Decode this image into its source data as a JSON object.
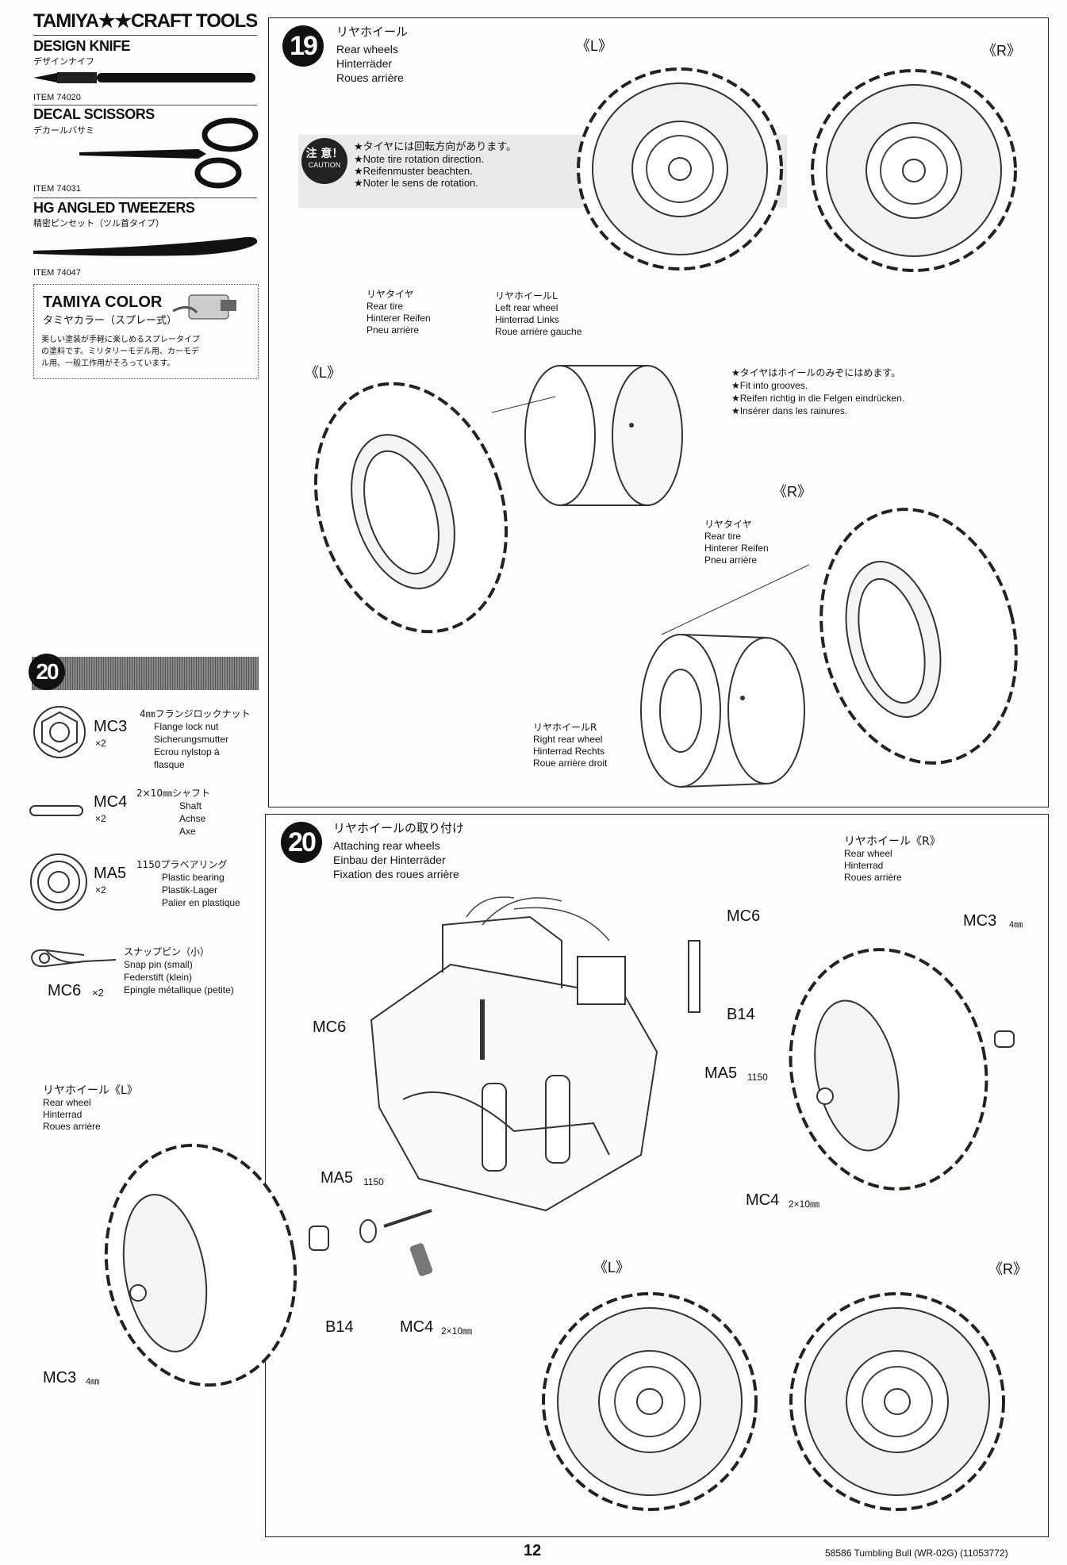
{
  "sidebar": {
    "brand": "TAMIYA★★CRAFT TOOLS",
    "tools": [
      {
        "title": "DESIGN KNIFE",
        "jp": "デザインナイフ",
        "item": "ITEM 74020"
      },
      {
        "title": "DECAL SCISSORS",
        "jp": "デカールバサミ",
        "item": "ITEM 74031"
      },
      {
        "title": "HG ANGLED TWEEZERS",
        "jp": "精密ピンセット（ツル首タイプ）",
        "item": "ITEM 74047"
      }
    ],
    "color_box": {
      "title": "TAMIYA COLOR",
      "subtitle": "タミヤカラー（スプレー式）",
      "lines": [
        "美しい塗装が手軽に楽しめるスプレータイプ",
        "の塗料です。ミリタリーモデル用、カーモデ",
        "ル用、一般工作用がそろっています。"
      ]
    },
    "parts_step": "20",
    "parts": [
      {
        "code": "MC3",
        "qty": "×2",
        "jp": "4㎜フランジロックナット",
        "en": "Flange lock nut",
        "de": "Sicherungsmutter",
        "fr1": "Ecrou nylstop à",
        "fr2": "flasque"
      },
      {
        "code": "MC4",
        "qty": "×2",
        "jp": "2×10㎜シャフト",
        "en": "Shaft",
        "de": "Achse",
        "fr1": "Axe",
        "fr2": ""
      },
      {
        "code": "MA5",
        "qty": "×2",
        "jp": "1150プラベアリング",
        "en": "Plastic bearing",
        "de": "Plastik-Lager",
        "fr1": "Palier en plastique",
        "fr2": ""
      },
      {
        "code": "MC6",
        "qty": "×2",
        "jp": "スナップピン（小）",
        "en": "Snap pin (small)",
        "de": "Federstift (klein)",
        "fr1": "Epingle métallique (petite)",
        "fr2": ""
      }
    ]
  },
  "step19": {
    "num": "19",
    "jp": "リヤホイール",
    "en": "Rear wheels",
    "de": "Hinterräder",
    "fr": "Roues arrière",
    "label_L": "《L》",
    "label_R": "《R》",
    "caution": {
      "badge_jp": "注 意！",
      "badge_en": "CAUTION",
      "lines": [
        "★タイヤには回転方向があります。",
        "★Note tire rotation direction.",
        "★Reifenmuster beachten.",
        "★Noter le sens de rotation."
      ]
    },
    "rear_tire": {
      "jp": "リヤタイヤ",
      "en": "Rear tire",
      "de": "Hinterer Reifen",
      "fr": "Pneu arrière"
    },
    "left_wheel": {
      "jp": "リヤホイールL",
      "en": "Left rear wheel",
      "de": "Hinterrad Links",
      "fr": "Roue arrière gauche"
    },
    "grooves": [
      "★タイヤはホイールのみぞにはめます。",
      "★Fit into grooves.",
      "★Reifen richtig in die Felgen eindrücken.",
      "★Insérer dans les rainures."
    ],
    "rear_tire_r": {
      "jp": "リヤタイヤ",
      "en": "Rear tire",
      "de": "Hinterer Reifen",
      "fr": "Pneu arrière"
    },
    "right_wheel": {
      "jp": "リヤホイールR",
      "en": "Right rear wheel",
      "de": "Hinterrad Rechts",
      "fr": "Roue arrière droit"
    }
  },
  "step20": {
    "num": "20",
    "jp": "リヤホイールの取り付け",
    "en": "Attaching rear wheels",
    "de": "Einbau der Hinterräder",
    "fr": "Fixation des roues arrière",
    "wheel_r": {
      "jp": "リヤホイール《R》",
      "en": "Rear wheel",
      "de": "Hinterrad",
      "fr": "Roues arrière"
    },
    "wheel_l": {
      "jp": "リヤホイール《L》",
      "en": "Rear wheel",
      "de": "Hinterrad",
      "fr": "Roues arrière"
    },
    "callouts": {
      "mc6_a": "MC6",
      "mc6_b": "MC6",
      "mc3_a": "MC3",
      "mc3_b": "MC3",
      "mm4": "4㎜",
      "b14_a": "B14",
      "b14_b": "B14",
      "ma5_a": "MA5",
      "ma5_b": "MA5",
      "n1150": "1150",
      "mc4_a": "MC4",
      "mc4_b": "MC4",
      "size": "2×10㎜"
    },
    "label_L": "《L》",
    "label_R": "《R》"
  },
  "footer": {
    "page": "12",
    "ref": "58586 Tumbling Bull (WR-02G) (11053772)"
  }
}
